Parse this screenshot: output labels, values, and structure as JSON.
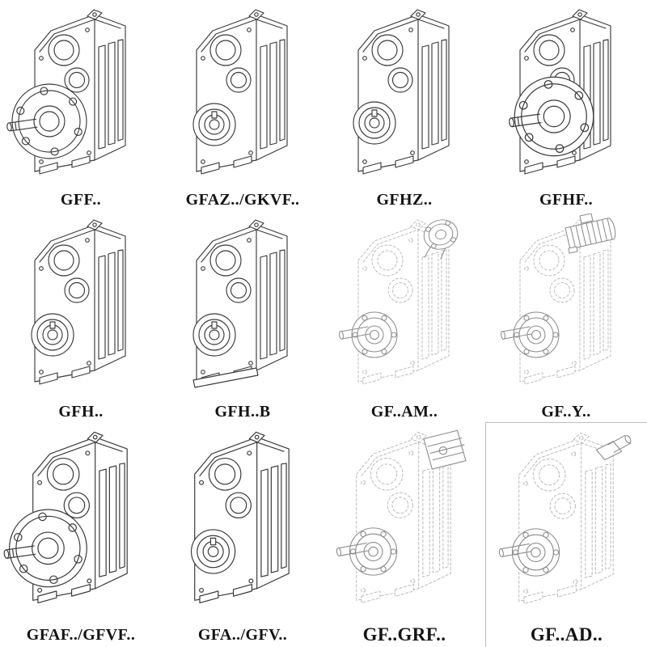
{
  "page": {
    "background": "#ffffff",
    "line_color": "#3a3a3a",
    "phantom_line_color": "#bcbcbc"
  },
  "grid": {
    "rows": 3,
    "cols": 4,
    "items": [
      {
        "label": "GFF..",
        "drawing": "gearbox-output-flange-drawing",
        "line_style": "solid"
      },
      {
        "label": "GFAZ../GKVF..",
        "drawing": "gearbox-hollow-shaft-drawing",
        "line_style": "solid"
      },
      {
        "label": "GFHZ..",
        "drawing": "gearbox-hollow-shaft-drawing",
        "line_style": "solid"
      },
      {
        "label": "GFHF..",
        "drawing": "gearbox-large-flange-drawing",
        "line_style": "solid"
      },
      {
        "label": "GFH..",
        "drawing": "gearbox-hollow-shaft-drawing",
        "line_style": "solid"
      },
      {
        "label": "GFH..B",
        "drawing": "gearbox-hollow-shaft-base-drawing",
        "line_style": "solid"
      },
      {
        "label": "GF..AM..",
        "drawing": "gearbox-input-flange-drawing",
        "line_style": "phantom"
      },
      {
        "label": "GF..Y..",
        "drawing": "gearbox-with-motor-drawing",
        "line_style": "phantom"
      },
      {
        "label": "GFAF../GFVF..",
        "drawing": "gearbox-output-flange-drawing",
        "line_style": "solid"
      },
      {
        "label": "GFA../GFV..",
        "drawing": "gearbox-hollow-shaft-drawing",
        "line_style": "solid"
      },
      {
        "label": "GF..GRF..",
        "drawing": "gearbox-input-cover-drawing",
        "line_style": "phantom"
      },
      {
        "label": "GF..AD..",
        "drawing": "gearbox-input-shaft-drawing",
        "line_style": "phantom"
      }
    ]
  }
}
